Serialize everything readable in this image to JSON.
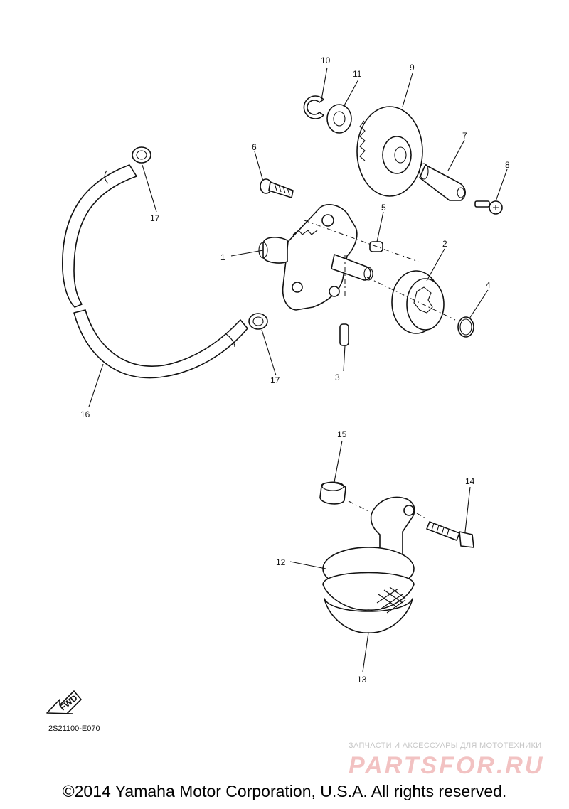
{
  "diagram": {
    "labels": [
      "1",
      "2",
      "3",
      "4",
      "5",
      "6",
      "7",
      "8",
      "9",
      "10",
      "11",
      "12",
      "13",
      "14",
      "15",
      "16",
      "17",
      "17"
    ],
    "fwd_badge": "FWD",
    "doc_id": "2S21100-E070"
  },
  "watermark": {
    "small": "ЗАПЧАСТИ И АКСЕССУАРЫ ДЛЯ МОТОТЕХНИКИ",
    "big": "PARTSFOR.RU"
  },
  "footer": {
    "copyright": "©2014 Yamaha Motor Corporation, U.S.A. All rights reserved."
  }
}
